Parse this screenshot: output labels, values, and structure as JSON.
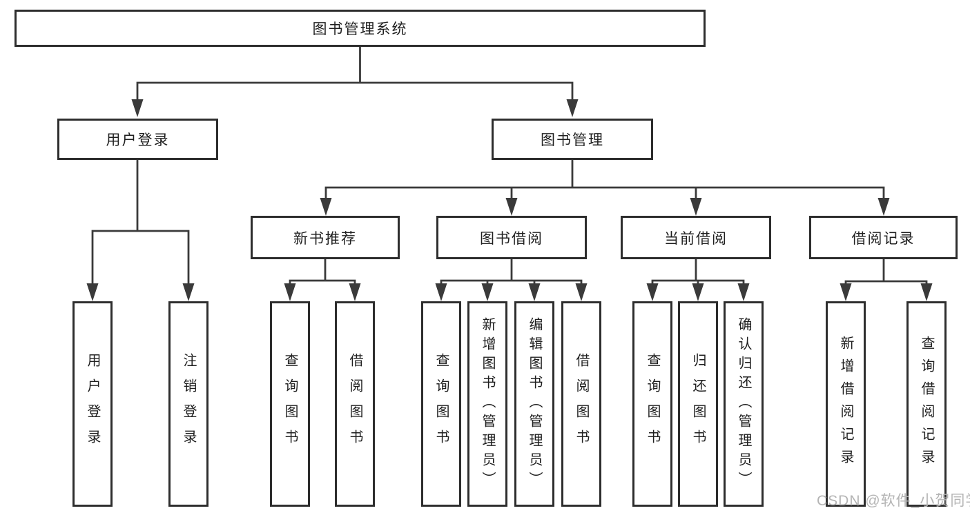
{
  "page": {
    "background": "#ffffff"
  },
  "colors": {
    "line": "#3a3a3a",
    "box_border": "#2d2d2d",
    "box_fill": "#ffffff",
    "text": "#1f1f1f",
    "watermark": "#b4b4b4"
  },
  "watermark": {
    "text": "CSDN @软件_小贺同学"
  },
  "tree": {
    "root": {
      "label": "图书管理系统",
      "children": [
        {
          "label": "用户登录",
          "children": [
            {
              "label": "用户登录"
            },
            {
              "label": "注销登录"
            }
          ]
        },
        {
          "label": "图书管理",
          "children": [
            {
              "label": "新书推荐",
              "children": [
                {
                  "label": "查询图书"
                },
                {
                  "label": "借阅图书"
                }
              ]
            },
            {
              "label": "图书借阅",
              "children": [
                {
                  "label": "查询图书"
                },
                {
                  "label": "新增图书（管理员）"
                },
                {
                  "label": "编辑图书（管理员）"
                },
                {
                  "label": "借阅图书"
                }
              ]
            },
            {
              "label": "当前借阅",
              "children": [
                {
                  "label": "查询图书"
                },
                {
                  "label": "归还图书"
                },
                {
                  "label": "确认归还（管理员）"
                }
              ]
            },
            {
              "label": "借阅记录",
              "children": [
                {
                  "label": "新增借阅记录"
                },
                {
                  "label": "查询借阅记录"
                }
              ]
            }
          ]
        }
      ]
    }
  }
}
